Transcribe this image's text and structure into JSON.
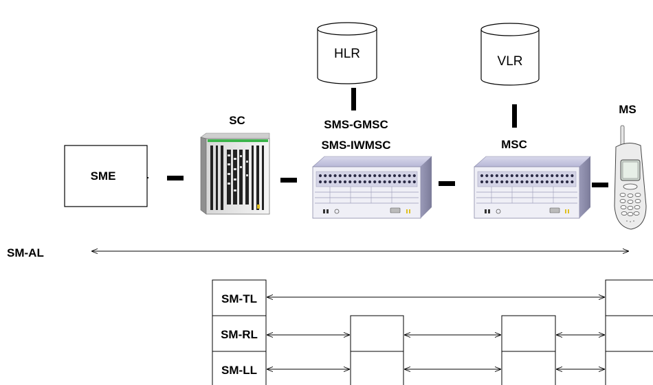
{
  "nodes": {
    "sme": "SME",
    "sc": "SC",
    "gmsc_line1": "SMS-GMSC",
    "gmsc_line2": "SMS-IWMSC",
    "msc": "MSC",
    "ms": "MS",
    "hlr": "HLR",
    "vlr": "VLR"
  },
  "layers": {
    "al": "SM-AL",
    "tl": "SM-TL",
    "rl": "SM-RL",
    "ll": "SM-LL"
  }
}
